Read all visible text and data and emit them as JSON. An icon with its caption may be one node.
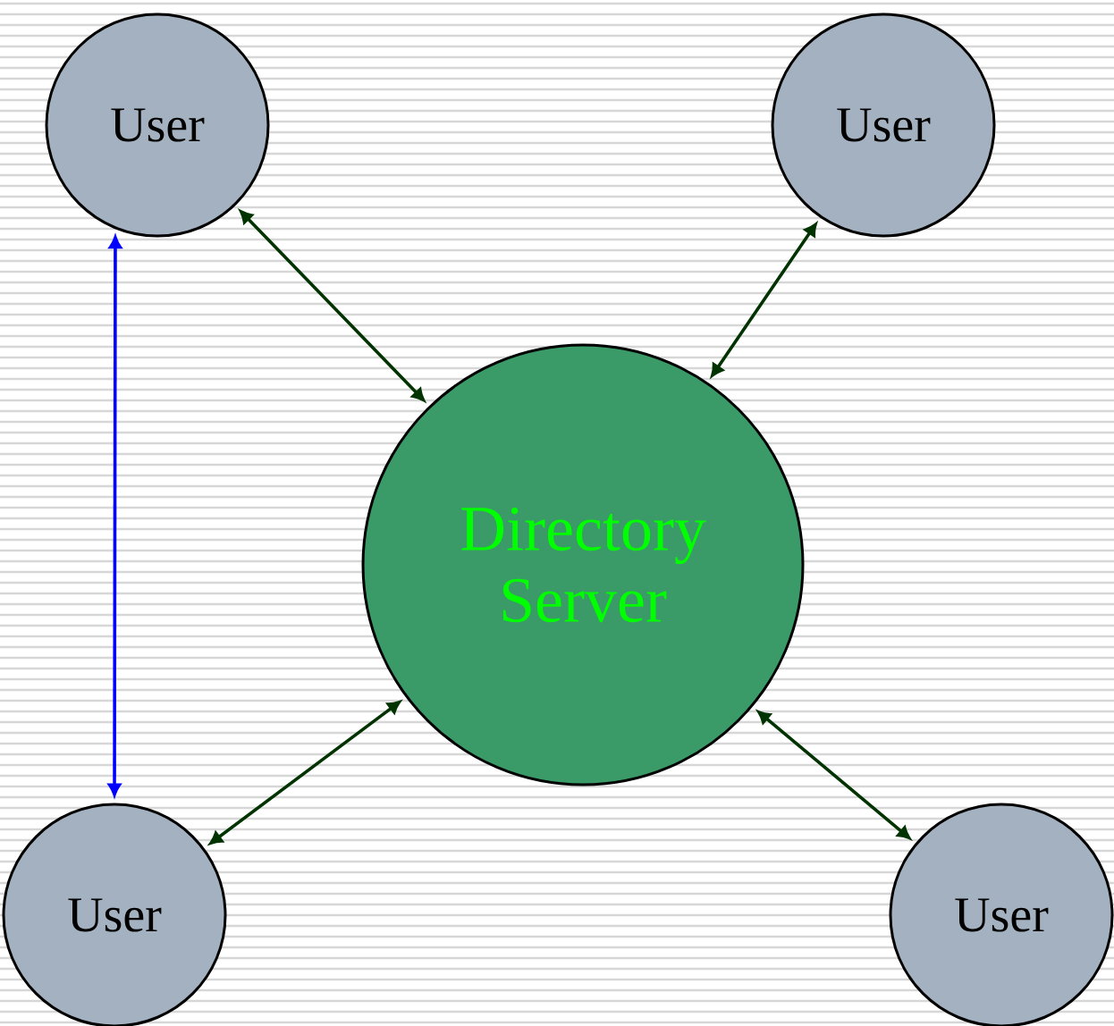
{
  "diagram": {
    "nodes": [
      {
        "text": [
          "User"
        ]
      },
      {
        "text": [
          "User"
        ]
      },
      {
        "text": [
          "Directory Server"
        ]
      },
      {
        "text": [
          "User"
        ]
      },
      {
        "text": [
          "User"
        ]
      }
    ],
    "edges": [
      {
        "from": 0,
        "to": 2,
        "arrow": "both"
      },
      {
        "from": 1,
        "to": 2,
        "arrow": "both"
      },
      {
        "from": 3,
        "to": 2,
        "arrow": "both"
      },
      {
        "from": 4,
        "to": 2,
        "arrow": "both"
      },
      {
        "from": 0,
        "to": 3,
        "arrow": "both",
        "color": "#0000ff"
      }
    ]
  }
}
